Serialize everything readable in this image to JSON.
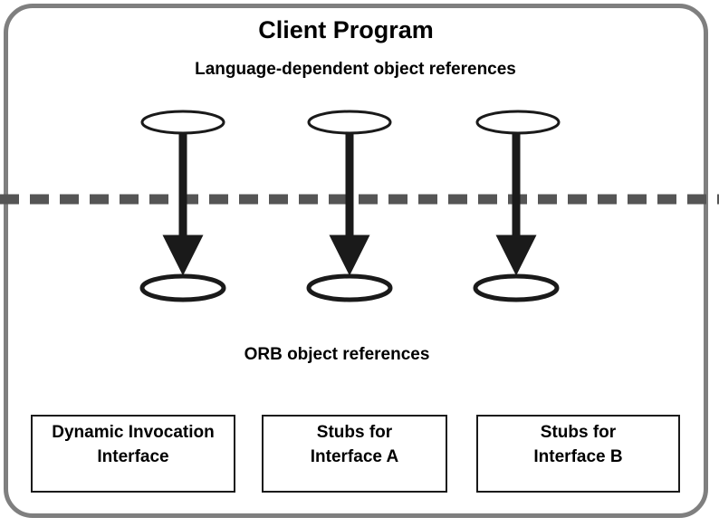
{
  "diagram": {
    "title": "Client Program",
    "language_refs_label": "Language-dependent object references",
    "orb_refs_label": "ORB object references",
    "boxes": [
      {
        "line1": "Dynamic Invocation",
        "line2": "Interface"
      },
      {
        "line1": "Stubs for",
        "line2": "Interface A"
      },
      {
        "line1": "Stubs for",
        "line2": "Interface B"
      }
    ]
  },
  "colors": {
    "frame": "#7f7f7f",
    "dashed_line": "#555555",
    "stroke": "#1a1a1a"
  }
}
